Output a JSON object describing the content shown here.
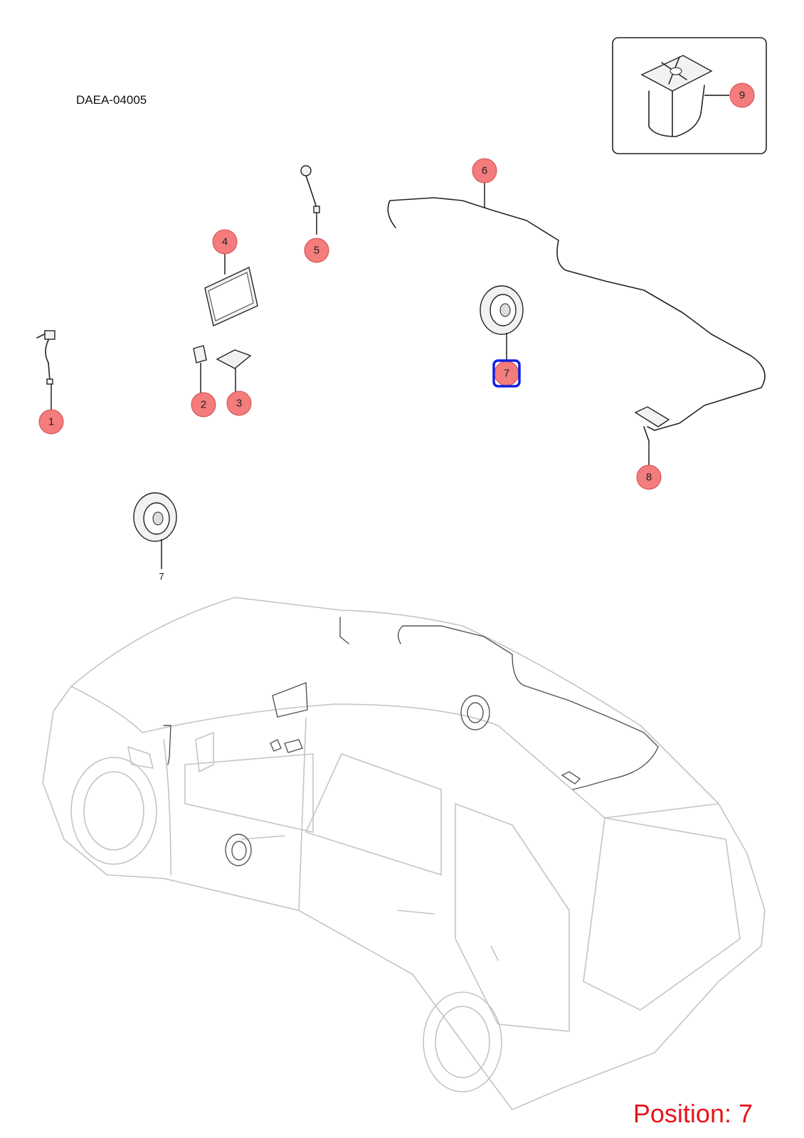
{
  "diagram_code": "DAEA-04005",
  "position_label": "Position: 7",
  "callouts": [
    {
      "id": "1",
      "label": "1"
    },
    {
      "id": "2",
      "label": "2"
    },
    {
      "id": "3",
      "label": "3"
    },
    {
      "id": "4",
      "label": "4"
    },
    {
      "id": "5",
      "label": "5"
    },
    {
      "id": "6",
      "label": "6"
    },
    {
      "id": "7",
      "label": "7"
    },
    {
      "id": "8",
      "label": "8"
    },
    {
      "id": "9",
      "label": "9"
    }
  ],
  "plain_label_7": "7",
  "colors": {
    "callout_fill": "#f47c7c",
    "highlight": "#1020e0",
    "position_text": "#e8141b"
  }
}
